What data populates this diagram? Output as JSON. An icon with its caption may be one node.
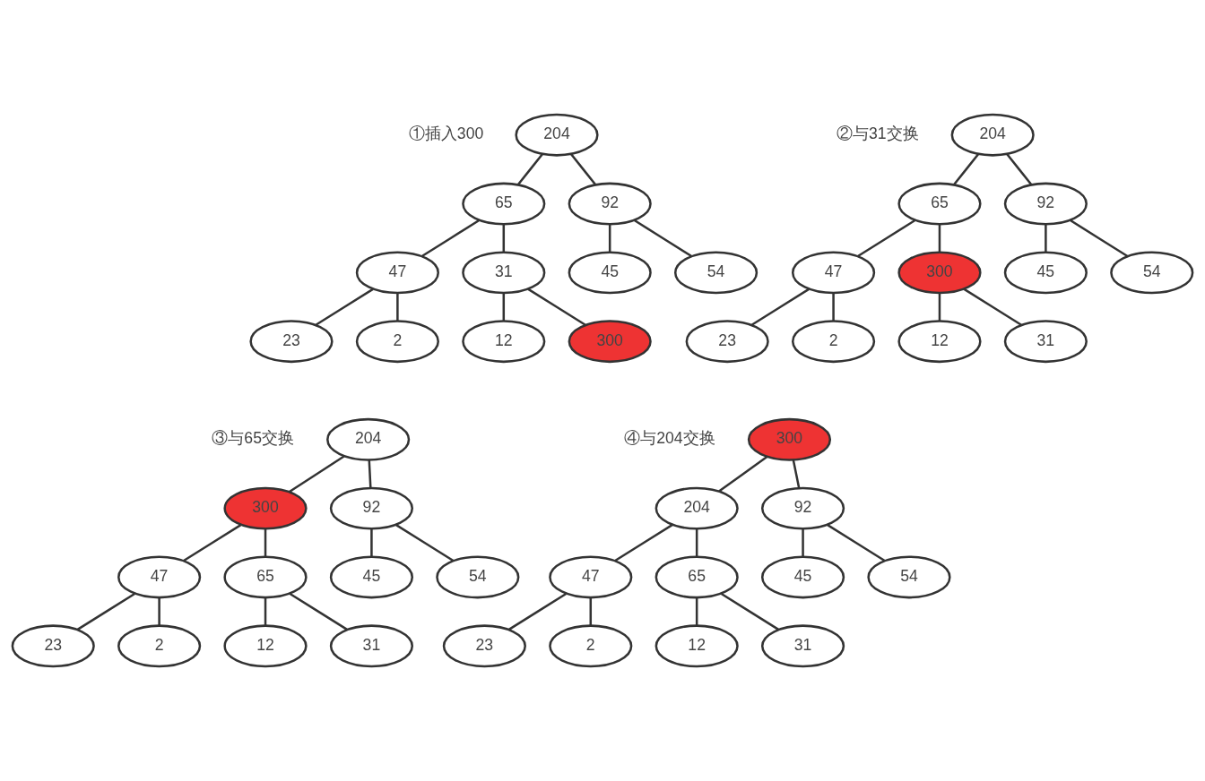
{
  "diagram": {
    "nodes": [
      {
        "text": [
          "204"
        ]
      },
      {
        "text": [
          "65"
        ]
      },
      {
        "text": [
          "92"
        ]
      },
      {
        "text": [
          "47"
        ]
      },
      {
        "text": [
          "31"
        ]
      },
      {
        "text": [
          "45"
        ]
      },
      {
        "text": [
          "54"
        ]
      },
      {
        "text": [
          "23"
        ]
      },
      {
        "text": [
          "2"
        ]
      },
      {
        "text": [
          "12"
        ]
      },
      {
        "text": [
          "300"
        ]
      },
      {
        "text": [
          "204"
        ]
      },
      {
        "text": [
          "65"
        ]
      },
      {
        "text": [
          "92"
        ]
      },
      {
        "text": [
          "47"
        ]
      },
      {
        "text": [
          "300"
        ]
      },
      {
        "text": [
          "45"
        ]
      },
      {
        "text": [
          "54"
        ]
      },
      {
        "text": [
          "23"
        ]
      },
      {
        "text": [
          "2"
        ]
      },
      {
        "text": [
          "12"
        ]
      },
      {
        "text": [
          "31"
        ]
      },
      {
        "text": [
          "204"
        ]
      },
      {
        "text": [
          "300"
        ]
      },
      {
        "text": [
          "92"
        ]
      },
      {
        "text": [
          "47"
        ]
      },
      {
        "text": [
          "65"
        ]
      },
      {
        "text": [
          "45"
        ]
      },
      {
        "text": [
          "54"
        ]
      },
      {
        "text": [
          "23"
        ]
      },
      {
        "text": [
          "2"
        ]
      },
      {
        "text": [
          "12"
        ]
      },
      {
        "text": [
          "31"
        ]
      },
      {
        "text": [
          "300"
        ]
      },
      {
        "text": [
          "204"
        ]
      },
      {
        "text": [
          "92"
        ]
      },
      {
        "text": [
          "47"
        ]
      },
      {
        "text": [
          "65"
        ]
      },
      {
        "text": [
          "45"
        ]
      },
      {
        "text": [
          "54"
        ]
      },
      {
        "text": [
          "23"
        ]
      },
      {
        "text": [
          "2"
        ]
      },
      {
        "text": [
          "12"
        ]
      },
      {
        "text": [
          "31"
        ]
      }
    ],
    "edges": [
      {
        "from": 0,
        "to": 1,
        "arrow": "none"
      },
      {
        "from": 0,
        "to": 2,
        "arrow": "none"
      },
      {
        "from": 1,
        "to": 3,
        "arrow": "none"
      },
      {
        "from": 1,
        "to": 4,
        "arrow": "none"
      },
      {
        "from": 2,
        "to": 5,
        "arrow": "none"
      },
      {
        "from": 2,
        "to": 6,
        "arrow": "none"
      },
      {
        "from": 3,
        "to": 7,
        "arrow": "none"
      },
      {
        "from": 3,
        "to": 8,
        "arrow": "none"
      },
      {
        "from": 4,
        "to": 9,
        "arrow": "none"
      },
      {
        "from": 4,
        "to": 10,
        "arrow": "none"
      },
      {
        "from": 11,
        "to": 12,
        "arrow": "none"
      },
      {
        "from": 11,
        "to": 13,
        "arrow": "none"
      },
      {
        "from": 12,
        "to": 14,
        "arrow": "none"
      },
      {
        "from": 12,
        "to": 15,
        "arrow": "none"
      },
      {
        "from": 13,
        "to": 16,
        "arrow": "none"
      },
      {
        "from": 13,
        "to": 17,
        "arrow": "none"
      },
      {
        "from": 14,
        "to": 18,
        "arrow": "none"
      },
      {
        "from": 14,
        "to": 19,
        "arrow": "none"
      },
      {
        "from": 15,
        "to": 20,
        "arrow": "none"
      },
      {
        "from": 15,
        "to": 21,
        "arrow": "none"
      },
      {
        "from": 22,
        "to": 23,
        "arrow": "none"
      },
      {
        "from": 22,
        "to": 24,
        "arrow": "none"
      },
      {
        "from": 23,
        "to": 25,
        "arrow": "none"
      },
      {
        "from": 23,
        "to": 26,
        "arrow": "none"
      },
      {
        "from": 24,
        "to": 27,
        "arrow": "none"
      },
      {
        "from": 24,
        "to": 28,
        "arrow": "none"
      },
      {
        "from": 25,
        "to": 29,
        "arrow": "none"
      },
      {
        "from": 25,
        "to": 30,
        "arrow": "none"
      },
      {
        "from": 26,
        "to": 31,
        "arrow": "none"
      },
      {
        "from": 26,
        "to": 32,
        "arrow": "none"
      },
      {
        "from": 33,
        "to": 34,
        "arrow": "none"
      },
      {
        "from": 33,
        "to": 35,
        "arrow": "none"
      },
      {
        "from": 34,
        "to": 36,
        "arrow": "none"
      },
      {
        "from": 34,
        "to": 37,
        "arrow": "none"
      },
      {
        "from": 35,
        "to": 38,
        "arrow": "none"
      },
      {
        "from": 35,
        "to": 39,
        "arrow": "none"
      },
      {
        "from": 36,
        "to": 40,
        "arrow": "none"
      },
      {
        "from": 36,
        "to": 41,
        "arrow": "none"
      },
      {
        "from": 37,
        "to": 42,
        "arrow": "none"
      },
      {
        "from": 37,
        "to": 43,
        "arrow": "none"
      }
    ],
    "labels": [
      "①插入300",
      "②与31交换",
      "③与65交换",
      "④与204交换"
    ]
  }
}
